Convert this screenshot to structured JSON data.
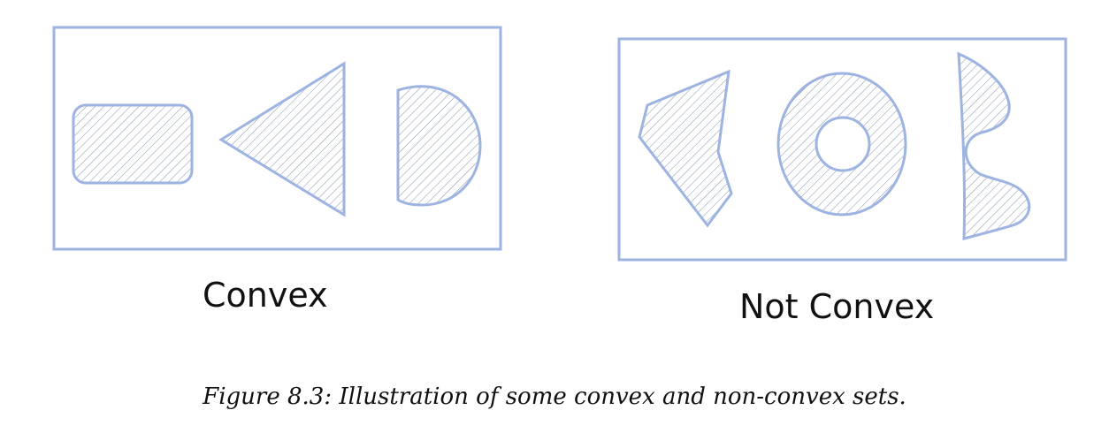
{
  "panels": [
    {
      "label": "Convex",
      "shapes": [
        "rounded-rectangle",
        "triangle",
        "half-disc"
      ]
    },
    {
      "label": "Not Convex",
      "shapes": [
        "concave-quadrilateral",
        "annulus",
        "wavy-blob"
      ]
    }
  ],
  "caption": "Figure 8.3: Illustration of some convex and non-convex sets.",
  "colors": {
    "outline": "#9db3e1",
    "hatch": "#8e9bb3",
    "text": "#111111"
  }
}
